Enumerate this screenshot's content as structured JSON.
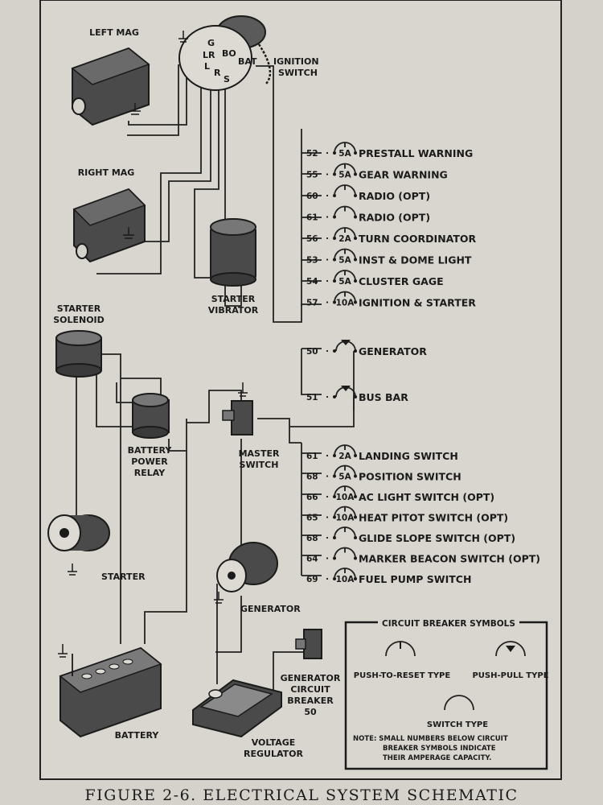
{
  "components": {
    "left_mag": "LEFT MAG",
    "right_mag": "RIGHT MAG",
    "ignition_switch": [
      "IGNITION",
      "SWITCH"
    ],
    "ignition_terminals": [
      "G",
      "LR",
      "L",
      "R",
      "S",
      "BO",
      "BAT"
    ],
    "starter_vibrator": [
      "STARTER",
      "VIBRATOR"
    ],
    "starter_solenoid": [
      "STARTER",
      "SOLENOID"
    ],
    "battery_power_relay": [
      "BATTERY",
      "POWER",
      "RELAY"
    ],
    "master_switch": [
      "MASTER",
      "SWITCH"
    ],
    "starter": "STARTER",
    "generator": "GENERATOR",
    "battery": "BATTERY",
    "generator_circuit_breaker": [
      "GENERATOR",
      "CIRCUIT",
      "BREAKER",
      "50"
    ],
    "voltage_regulator": [
      "VOLTAGE",
      "REGULATOR"
    ]
  },
  "breakers_top": [
    {
      "num": "52",
      "amp": "5A",
      "label": "PRESTALL WARNING"
    },
    {
      "num": "55",
      "amp": "5A",
      "label": "GEAR WARNING"
    },
    {
      "num": "60",
      "amp": "",
      "label": "RADIO (OPT)"
    },
    {
      "num": "61",
      "amp": "",
      "label": "RADIO (OPT)"
    },
    {
      "num": "56",
      "amp": "2A",
      "label": "TURN COORDINATOR"
    },
    {
      "num": "53",
      "amp": "5A",
      "label": "INST & DOME LIGHT"
    },
    {
      "num": "54",
      "amp": "5A",
      "label": "CLUSTER GAGE"
    },
    {
      "num": "57",
      "amp": "10A",
      "label": "IGNITION & STARTER"
    }
  ],
  "breakers_mid": [
    {
      "num": "50",
      "amp": "",
      "label": "GENERATOR"
    },
    {
      "num": "51",
      "amp": "",
      "label": "BUS BAR"
    }
  ],
  "breakers_bottom": [
    {
      "num": "61",
      "amp": "2A",
      "label": "LANDING SWITCH"
    },
    {
      "num": "68",
      "amp": "5A",
      "label": "POSITION SWITCH"
    },
    {
      "num": "66",
      "amp": "10A",
      "label": "AC LIGHT SWITCH (OPT)"
    },
    {
      "num": "65",
      "amp": "10A",
      "label": "HEAT PITOT SWITCH (OPT)"
    },
    {
      "num": "68",
      "amp": "",
      "label": "GLIDE SLOPE SWITCH (OPT)"
    },
    {
      "num": "64",
      "amp": "",
      "label": "MARKER BEACON SWITCH (OPT)"
    },
    {
      "num": "69",
      "amp": "10A",
      "label": "FUEL PUMP SWITCH"
    }
  ],
  "legend": {
    "title": "CIRCUIT BREAKER SYMBOLS",
    "push_to_reset": "PUSH-TO-RESET TYPE",
    "push_pull": "PUSH-PULL TYPE",
    "switch_type": "SWITCH TYPE",
    "note": [
      "NOTE: SMALL NUMBERS BELOW CIRCUIT",
      "BREAKER SYMBOLS INDICATE",
      "THEIR AMPERAGE CAPACITY."
    ]
  },
  "caption": "FIGURE 2-6.   ELECTRICAL SYSTEM SCHEMATIC",
  "colors": {
    "paper": "#d4d2cb",
    "ink": "#1b1b1b",
    "component_fill": "#4a4a4a"
  }
}
